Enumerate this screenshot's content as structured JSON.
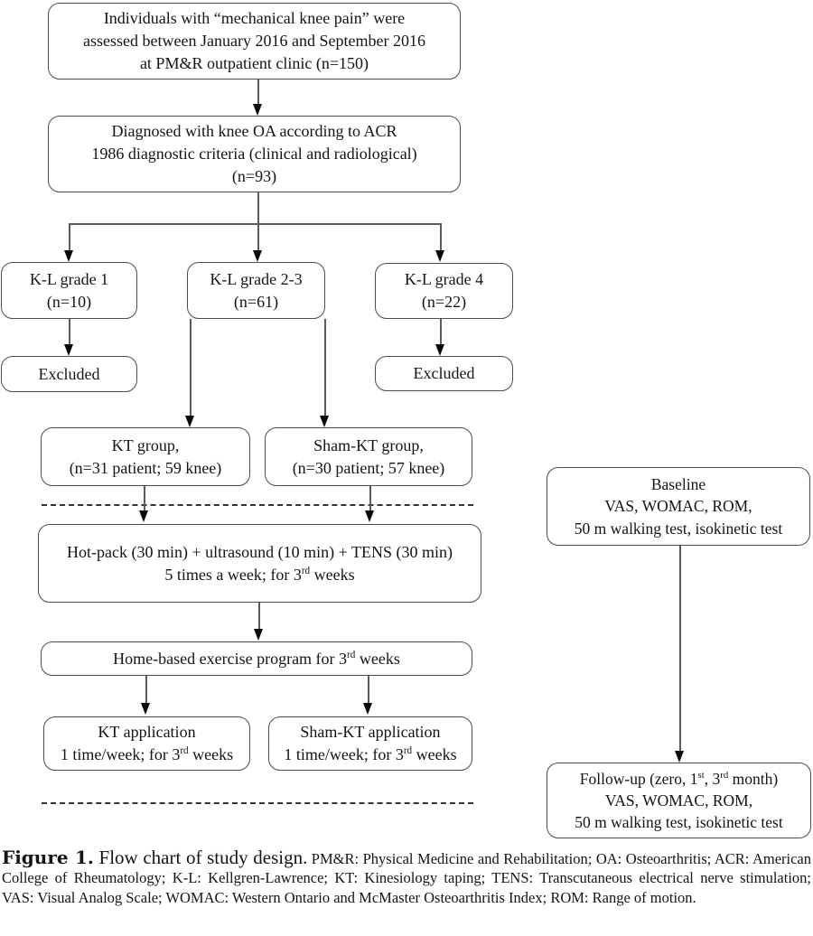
{
  "flowchart": {
    "assessed": {
      "line1": "Individuals with “mechanical knee pain” were",
      "line2": "assessed between January 2016 and September 2016",
      "line3": "at PM&R outpatient clinic (n=150)"
    },
    "diagnosed": {
      "line1": "Diagnosed with knee OA according to ACR",
      "line2": "1986 diagnostic criteria (clinical and radiological)",
      "line3": "(n=93)"
    },
    "kl1": {
      "line1": "K-L grade 1",
      "line2": "(n=10)"
    },
    "kl23": {
      "line1": "K-L grade 2-3",
      "line2": "(n=61)"
    },
    "kl4": {
      "line1": "K-L grade 4",
      "line2": "(n=22)"
    },
    "excluded_left": {
      "label": "Excluded"
    },
    "excluded_right": {
      "label": "Excluded"
    },
    "kt_group": {
      "line1": "KT group,",
      "line2": "(n=31 patient; 59 knee)"
    },
    "sham_group": {
      "line1": "Sham-KT group,",
      "line2": "(n=30 patient; 57 knee)"
    },
    "hotpack": {
      "line1": "Hot-pack (30 min) + ultrasound (10 min) + TENS (30 min)",
      "line2_pre": "5 times a week; for 3",
      "line2_sup": "rd",
      "line2_post": " weeks"
    },
    "home": {
      "pre": "Home-based exercise program for 3",
      "sup": "rd",
      "post": " weeks"
    },
    "kt_app": {
      "line1": "KT application",
      "line2_pre": "1 time/week; for 3",
      "line2_sup": "rd",
      "line2_post": " weeks"
    },
    "sham_app": {
      "line1": "Sham-KT application",
      "line2_pre": "1 time/week; for 3",
      "line2_sup": "rd",
      "line2_post": " weeks"
    },
    "baseline": {
      "line1": "Baseline",
      "line2": "VAS, WOMAC, ROM,",
      "line3": "50 m walking test, isokinetic test"
    },
    "followup": {
      "line1_pre": "Follow-up (zero, 1",
      "line1_sup1": "st",
      "line1_mid": ", 3",
      "line1_sup2": "rd",
      "line1_post": " month)",
      "line2": "VAS, WOMAC, ROM,",
      "line3": "50 m walking test, isokinetic test"
    }
  },
  "caption": {
    "label": "Figure 1.",
    "title": "Flow chart of study design.",
    "abbreviations": "PM&R: Physical Medicine and Rehabilitation; OA: Osteoarthritis; ACR: American College of Rheumatology; K-L: Kellgren-Lawrence; KT: Kinesiology taping; TENS: Transcutaneous electrical nerve stimulation; VAS: Visual Analog Scale; WOMAC: Western Ontario and McMaster Osteoarthritis Index; ROM: Range of motion."
  }
}
